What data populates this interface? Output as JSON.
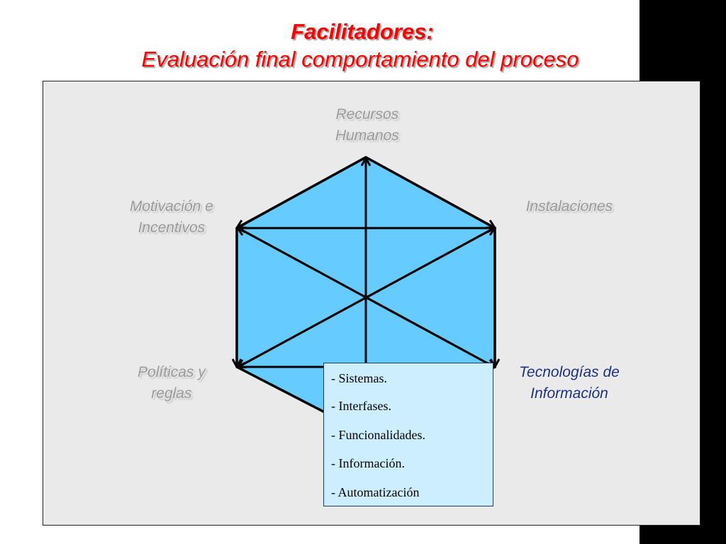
{
  "slide": {
    "title_line1": "Facilitadores:",
    "title_line2": "Evaluación final comportamiento del proceso",
    "accent_color": "#ff0000",
    "hexagon_fill": "#66ccff",
    "box_fill": "#cceeff"
  },
  "diagram": {
    "nodes": [
      {
        "id": "recursos",
        "line1": "Recursos",
        "line2": "Humanos"
      },
      {
        "id": "instalaciones",
        "line1": "Instalaciones",
        "line2": ""
      },
      {
        "id": "tecnologias",
        "line1": "Tecnologías de",
        "line2": "Información"
      },
      {
        "id": "politicas",
        "line1": "Políticas y",
        "line2": "reglas"
      },
      {
        "id": "motivacion",
        "line1": "Motivación e",
        "line2": "Incentivos"
      }
    ],
    "highlighted_node": "tecnologias"
  },
  "detail_box": {
    "items": [
      "- Sistemas.",
      "- Interfases.",
      "- Funcionalidades.",
      "- Información.",
      "- Automatización"
    ]
  }
}
